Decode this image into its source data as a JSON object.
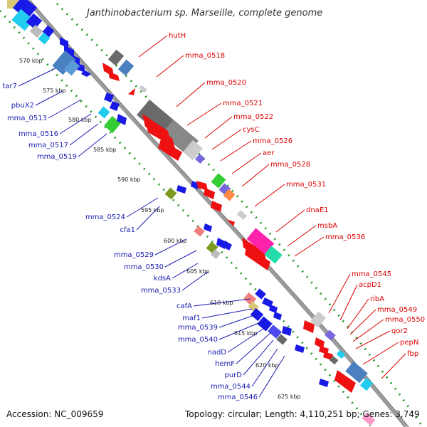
{
  "title": "Janthinobacterium sp. Marseille, complete genome",
  "footer": {
    "accession": "Accession: NC_009659",
    "topology": "Topology: circular; Length: 4,110,251 bp; Genes: 3,749"
  },
  "ticks": [
    "570 kbp",
    "575 kbp",
    "580 kbp",
    "585 kbp",
    "590 kbp",
    "595 kbp",
    "600 kbp",
    "605 kbp",
    "610 kbp",
    "615 kbp",
    "620 kbp",
    "625 kbp"
  ],
  "forward_genes": [
    "hutH",
    "mma_0518",
    "mma_0520",
    "mma_0521",
    "mma_0522",
    "cysC",
    "mma_0526",
    "aer",
    "mma_0528",
    "mma_0531",
    "dnaE1",
    "msbA",
    "mma_0536",
    "mma_0545",
    "acpD1",
    "ribA",
    "mma_0549",
    "mma_0550",
    "qor2",
    "pepN",
    "fbp"
  ],
  "reverse_genes": [
    "tar7",
    "pbuX2",
    "mma_0513",
    "mma_0516",
    "mma_0517",
    "mma_0519",
    "mma_0524",
    "cfa1",
    "mma_0529",
    "mma_0530",
    "kdsA",
    "mma_0533",
    "cafA",
    "maf1",
    "mma_0539",
    "mma_0540",
    "nadD",
    "hemF",
    "purD",
    "mma_0544",
    "mma_0546"
  ],
  "colors": {
    "forward_strand": "#ee1111",
    "reverse_strand": "#1a1ae6",
    "forward_label": "#dd0000",
    "reverse_label": "#1b1bb0",
    "backbone": "#999999",
    "dotted_guide": "#2a9a2a",
    "rna_gray": "#6a6a6a",
    "cyan": "#22ccee",
    "green": "#33cc33",
    "olive": "#7a9a22",
    "pink": "#ff22aa",
    "teal": "#22ddaa",
    "steel": "#4a7fc0",
    "salmon": "#f08080",
    "tan": "#d8c878",
    "purple": "#7766dd"
  }
}
